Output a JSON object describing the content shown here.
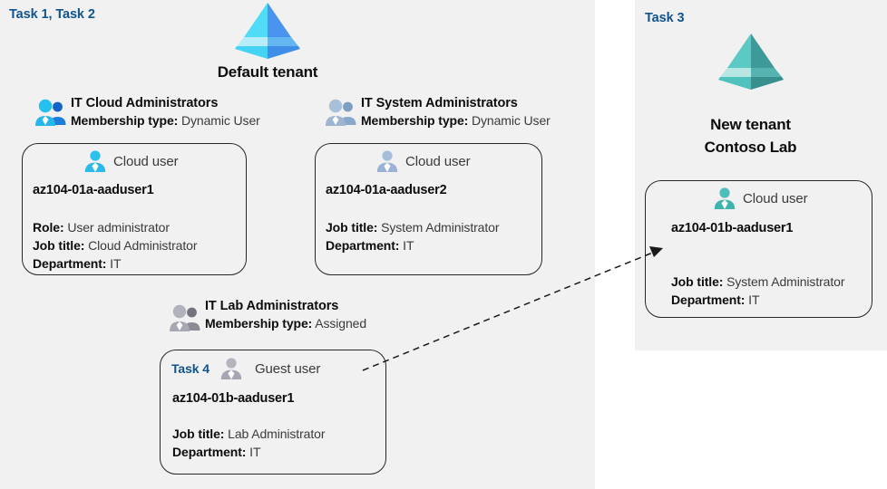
{
  "panels": {
    "left": {
      "task_label": "Task 1, Task 2"
    },
    "right": {
      "task_label": "Task 3"
    }
  },
  "tenants": {
    "default": {
      "icon": "azure-tenant-icon",
      "title": "Default tenant",
      "color": "#3aa6f0"
    },
    "new": {
      "icon": "azure-tenant-icon",
      "title_line1": "New  tenant",
      "title_line2": "Contoso Lab",
      "color": "#3fb3ae"
    }
  },
  "groups": [
    {
      "icon": "group-users-icon",
      "name": "IT Cloud Administrators",
      "membership_label": "Membership type:",
      "membership_value": "Dynamic User",
      "icon_color": "#22b6ef"
    },
    {
      "icon": "group-users-icon",
      "name": "IT System Administrators",
      "membership_label": "Membership type:",
      "membership_value": "Dynamic User",
      "icon_color": "#9fb5cf"
    },
    {
      "icon": "group-users-icon",
      "name": "IT Lab Administrators",
      "membership_label": "Membership type:",
      "membership_value": "Assigned",
      "icon_color": "#a8a8b4"
    }
  ],
  "cards": [
    {
      "task_tag": "",
      "icon": "cloud-user-icon",
      "icon_color": "#2cb8e8",
      "user_type": "Cloud user",
      "upn": "az104-01a-aaduser1",
      "attributes": [
        {
          "label": "Role:",
          "value": "User administrator"
        },
        {
          "label": "Job title:",
          "value": "Cloud Administrator"
        },
        {
          "label": "Department:",
          "value": "IT"
        }
      ]
    },
    {
      "task_tag": "",
      "icon": "cloud-user-icon",
      "icon_color": "#9ab3d4",
      "user_type": "Cloud user",
      "upn": "az104-01a-aaduser2",
      "attributes": [
        {
          "label": "Job title:",
          "value": "System Administrator"
        },
        {
          "label": "Department:",
          "value": "IT"
        }
      ]
    },
    {
      "task_tag": "Task 4",
      "icon": "guest-user-icon",
      "icon_color": "#a6a6b2",
      "user_type": "Guest user",
      "upn": "az104-01b-aaduser1",
      "attributes": [
        {
          "label": "Job title:",
          "value": "Lab Administrator"
        },
        {
          "label": "Department:",
          "value": "IT"
        }
      ]
    },
    {
      "task_tag": "",
      "icon": "cloud-user-icon",
      "icon_color": "#3fb3ae",
      "user_type": "Cloud user",
      "upn": "az104-01b-aaduser1",
      "attributes": [
        {
          "label": "Job title:",
          "value": "System Administrator"
        },
        {
          "label": "Department:",
          "value": "IT"
        }
      ]
    }
  ],
  "connector": {
    "name": "guest-invite-arrow",
    "style": "dashed",
    "color": "#1a1a1a"
  },
  "colors": {
    "panel_background": "#f1f1f1",
    "task_label": "#10538f",
    "card_border": "#262626",
    "text": "#0d0d0d"
  }
}
